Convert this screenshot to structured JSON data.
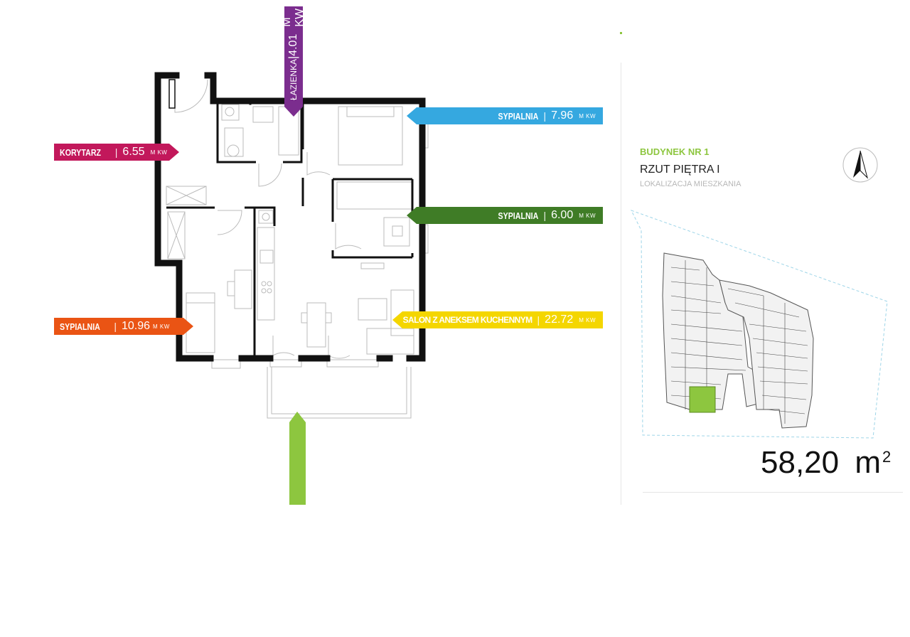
{
  "rooms": [
    {
      "id": "korytarz",
      "name": "KORYTARZ",
      "area": "6.55",
      "unit": "M KW",
      "color": "#c2185b"
    },
    {
      "id": "lazienka",
      "name": "ŁAZIENKA",
      "area": "4.01",
      "unit": "M KW",
      "color": "#7b2d8e"
    },
    {
      "id": "sypialnia1",
      "name": "SYPIALNIA",
      "area": "7.96",
      "unit": "M KW",
      "color": "#35a8e0"
    },
    {
      "id": "sypialnia2",
      "name": "SYPIALNIA",
      "area": "6.00",
      "unit": "M KW",
      "color": "#3f7c26"
    },
    {
      "id": "salon",
      "name": "SALON Z ANEKSEM KUCHENNYM",
      "area": "22.72",
      "unit": "M KW",
      "color": "#f4d600"
    },
    {
      "id": "sypialnia3",
      "name": "SYPIALNIA",
      "area": "10.96",
      "unit": "M KW",
      "color": "#ea5414"
    }
  ],
  "separator": "|",
  "entrance_color": "#8dc63f",
  "building": {
    "name": "BUDYNEK NR 1",
    "floor": "RZUT PIĘTRA I",
    "location_label": "LOKALIZACJA MIESZKANIA",
    "accent": "#8dc63f"
  },
  "total_area": {
    "value": "58,20",
    "unit": "m",
    "superscript": "2"
  },
  "icons": {
    "compass": "north-arrow-icon"
  }
}
